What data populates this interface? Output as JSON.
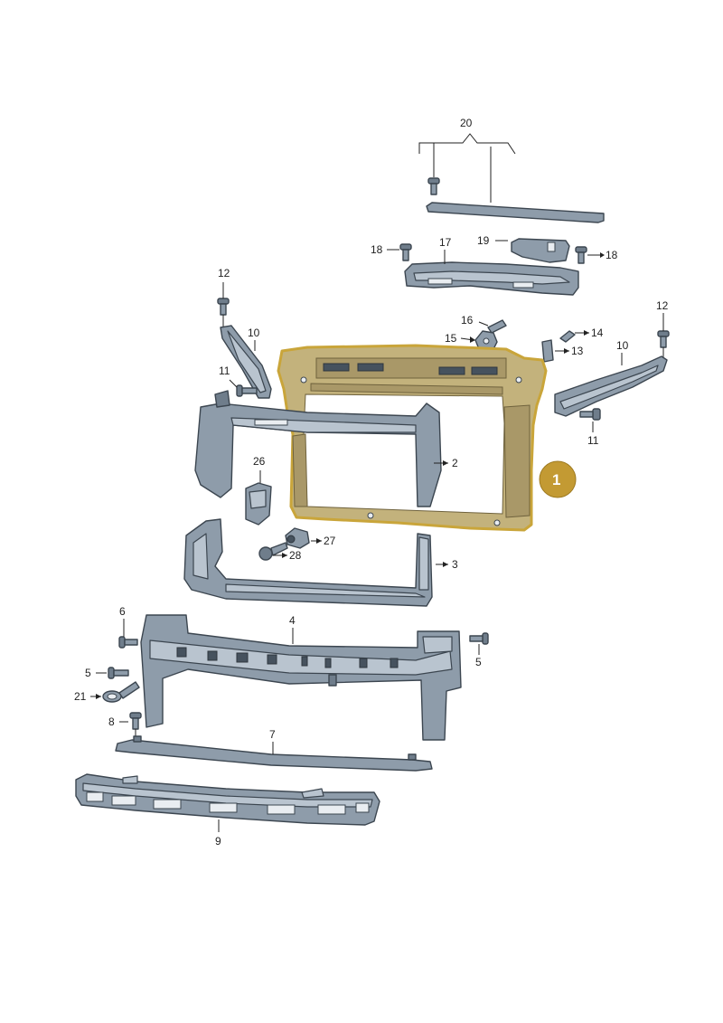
{
  "callouts": {
    "p20": "20",
    "p17": "17",
    "p19": "19",
    "p18_left": "18",
    "p18_right": "18",
    "p16": "16",
    "p15": "15",
    "p14": "14",
    "p13": "13",
    "p12_left": "12",
    "p12_right": "12",
    "p10_left": "10",
    "p10_right": "10",
    "p11_left": "11",
    "p11_right": "11",
    "p2": "2",
    "p26": "26",
    "p27": "27",
    "p28": "28",
    "p3": "3",
    "p6": "6",
    "p4": "4",
    "p5_left": "5",
    "p5_right": "5",
    "p21": "21",
    "p8": "8",
    "p7": "7",
    "p9": "9"
  },
  "highlight_badge": "1",
  "colors": {
    "part_fill": "#8e9caa",
    "outline": "#3c4650",
    "highlight_fill": "#c3b27c",
    "highlight_stroke": "#c9a53a",
    "badge": "#c39a33"
  }
}
